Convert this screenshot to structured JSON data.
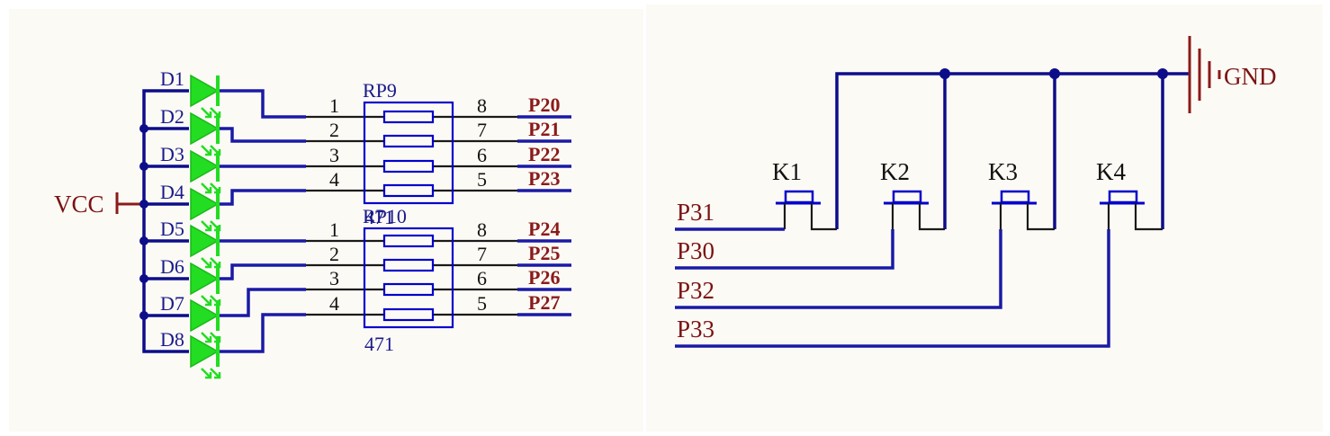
{
  "colors": {
    "wire_blue": "#1a1aa6",
    "wire_dark_blue": "#0d0d8a",
    "net_red": "#8b1a1a",
    "led_green": "#22dd22",
    "panel_bg": "#fcfaf5"
  },
  "led_circuit": {
    "power_label": "VCC",
    "leds": [
      "D1",
      "D2",
      "D3",
      "D4",
      "D5",
      "D6",
      "D7",
      "D8"
    ],
    "resistor_packs": [
      {
        "ref": "RP9",
        "value": "471",
        "pins_left": [
          "1",
          "2",
          "3",
          "4"
        ],
        "pins_right": [
          "8",
          "7",
          "6",
          "5"
        ],
        "nets": [
          "P20",
          "P21",
          "P22",
          "P23"
        ]
      },
      {
        "ref": "RP10",
        "value": "471",
        "pins_left": [
          "1",
          "2",
          "3",
          "4"
        ],
        "pins_right": [
          "8",
          "7",
          "6",
          "5"
        ],
        "nets": [
          "P24",
          "P25",
          "P26",
          "P27"
        ]
      }
    ]
  },
  "key_circuit": {
    "ground_label": "GND",
    "keys": [
      "K1",
      "K2",
      "K3",
      "K4"
    ],
    "nets": [
      "P31",
      "P30",
      "P32",
      "P33"
    ]
  }
}
